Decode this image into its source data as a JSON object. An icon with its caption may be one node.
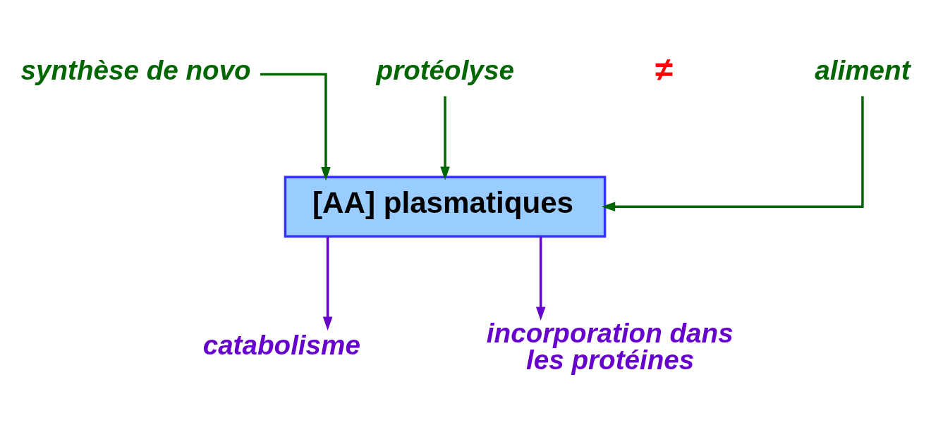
{
  "diagram": {
    "nodes": [
      {
        "text": [
          "aliment"
        ]
      },
      {
        "text": [
          "synthèse de novo"
        ]
      },
      {
        "text": [
          "protéolyse"
        ]
      },
      {
        "text": [
          "[AA] plasmatiques"
        ]
      },
      {
        "text": [
          "catabolisme"
        ]
      },
      {
        "text": [
          "incorporation dans les protéines"
        ]
      }
    ],
    "edges": [
      {
        "from": 0,
        "to": 3,
        "arrow": "to",
        "color": "#006600"
      },
      {
        "from": 1,
        "to": 3,
        "arrow": "to",
        "color": "#006600"
      },
      {
        "from": 2,
        "to": 3,
        "arrow": "to",
        "color": "#006600"
      },
      {
        "from": 3,
        "to": 4,
        "arrow": "to",
        "color": "#6600cc"
      },
      {
        "from": 3,
        "to": 5,
        "arrow": "to",
        "color": "#6600cc"
      }
    ],
    "labels": [
      "≠"
    ]
  }
}
